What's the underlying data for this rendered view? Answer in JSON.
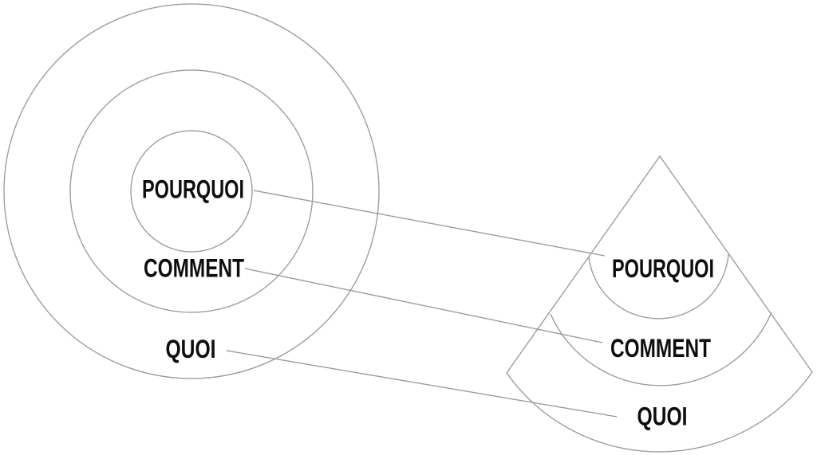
{
  "diagram": {
    "type": "golden-circle-to-fan-mapping",
    "colors": {
      "background": "#ffffff",
      "line_base": "#9c9c9c",
      "line_dark": "#1a1a1a",
      "text": "#0d0d0d"
    },
    "circle_diagram": {
      "description": "three concentric circles",
      "rings": [
        {
          "label": "POURQUOI"
        },
        {
          "label": "COMMENT"
        },
        {
          "label": "QUOI"
        }
      ]
    },
    "fan_diagram": {
      "description": "wedge / fan with three arc bands",
      "bands": [
        {
          "label": "POURQUOI"
        },
        {
          "label": "COMMENT"
        },
        {
          "label": "QUOI"
        }
      ]
    },
    "connections": [
      {
        "from": "POURQUOI",
        "to": "POURQUOI"
      },
      {
        "from": "COMMENT",
        "to": "COMMENT"
      },
      {
        "from": "QUOI",
        "to": "QUOI"
      }
    ]
  }
}
